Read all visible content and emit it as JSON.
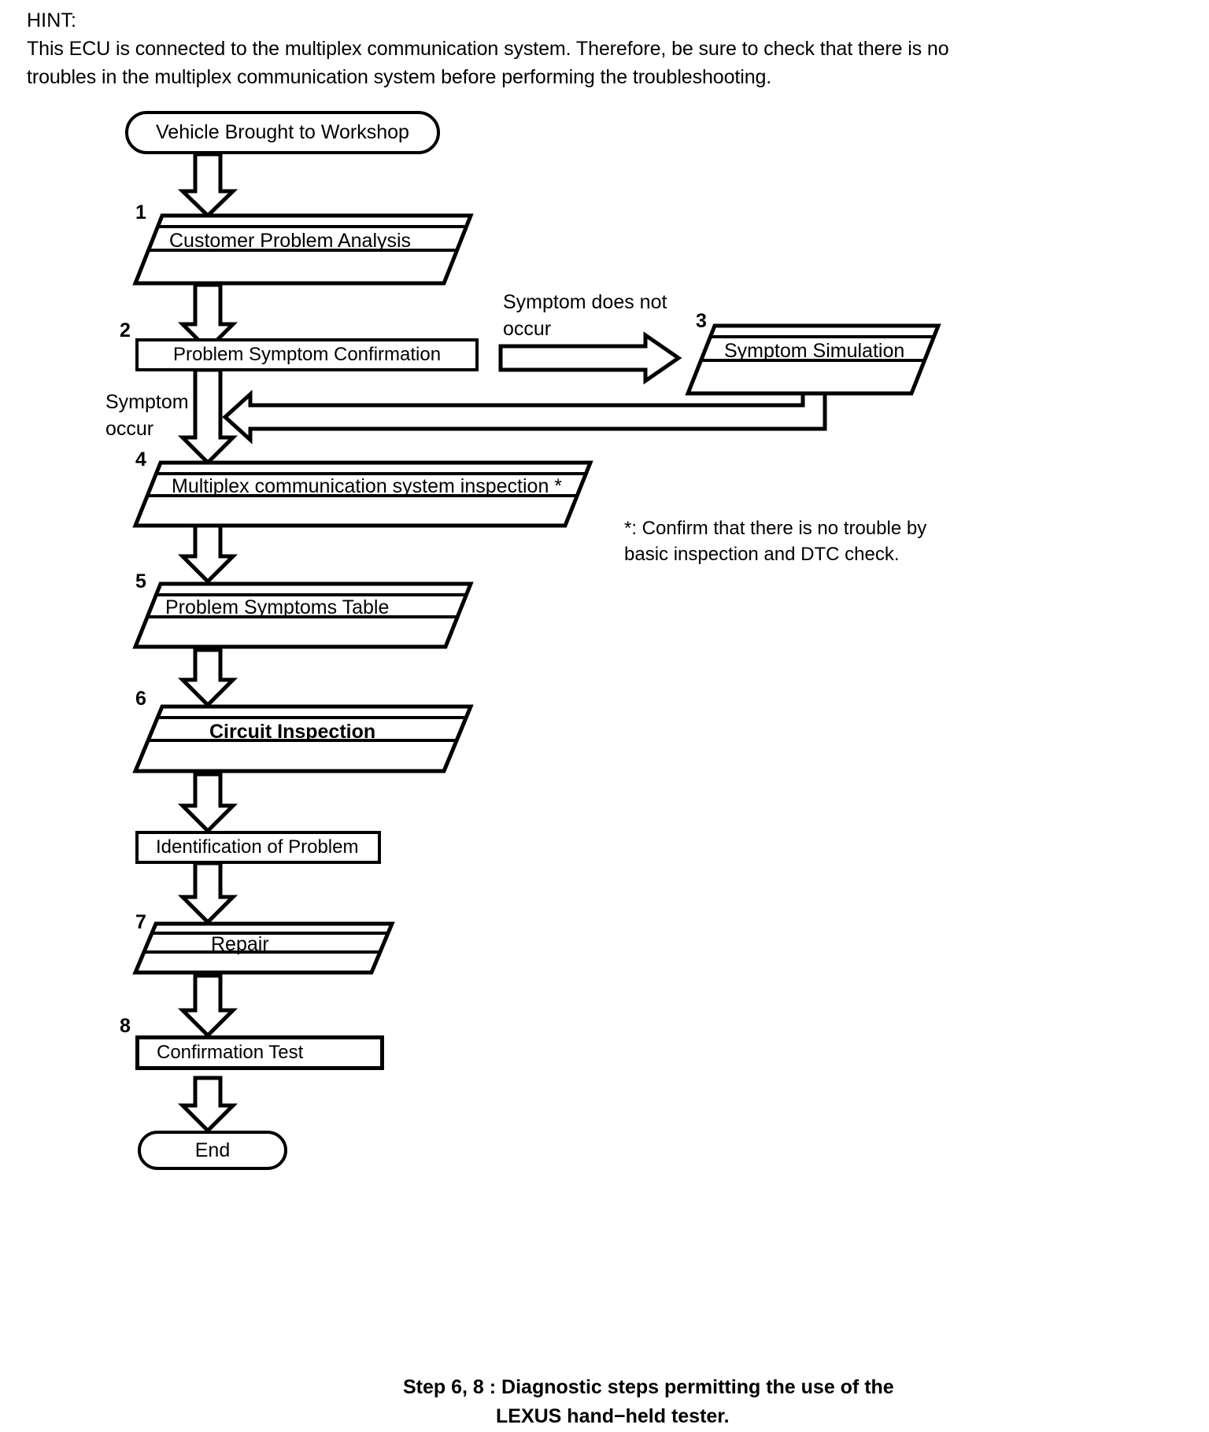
{
  "hint": {
    "label": "HINT:",
    "text": "This ECU is connected to the multiplex communication system. Therefore, be sure to check that there is no troubles in the multiplex communication system before performing the troubleshooting."
  },
  "flowchart": {
    "type": "flowchart",
    "title": "Troubleshooting procedure",
    "start_node": "Vehicle Brought to Workshop",
    "end_node": "End",
    "steps": [
      {
        "number": "1",
        "label": "Customer Problem Analysis",
        "shape": "parallelogram-stack",
        "bold": false
      },
      {
        "number": "2",
        "label": "Problem Symptom Confirmation",
        "shape": "rectangle",
        "bold": false
      },
      {
        "number": "3",
        "label": "Symptom Simulation",
        "shape": "parallelogram-stack",
        "bold": false
      },
      {
        "number": "4",
        "label": "Multiplex communication system inspection *",
        "shape": "parallelogram-stack",
        "bold": false
      },
      {
        "number": "5",
        "label": "Problem Symptoms Table",
        "shape": "parallelogram-stack",
        "bold": false
      },
      {
        "number": "6",
        "label": "Circuit Inspection",
        "shape": "parallelogram-stack",
        "bold": true
      },
      {
        "number": "",
        "label": "Identification of Problem",
        "shape": "rectangle",
        "bold": false
      },
      {
        "number": "7",
        "label": "Repair",
        "shape": "parallelogram-stack",
        "bold": false
      },
      {
        "number": "8",
        "label": "Confirmation Test",
        "shape": "rectangle",
        "bold": false
      }
    ],
    "branch_labels": {
      "symptom_does_not_occur": "Symptom does not\noccur",
      "symptom_occur": "Symptom\noccur"
    },
    "footnote_star": "*: Confirm that there is no trouble by\nbasic inspection and DTC check.",
    "bottom_caption_line1": "Step 6, 8 : Diagnostic steps permitting the use of the",
    "bottom_caption_line2": "LEXUS hand−held tester."
  },
  "colors": {
    "ink": "#000000",
    "paper": "#ffffff"
  }
}
